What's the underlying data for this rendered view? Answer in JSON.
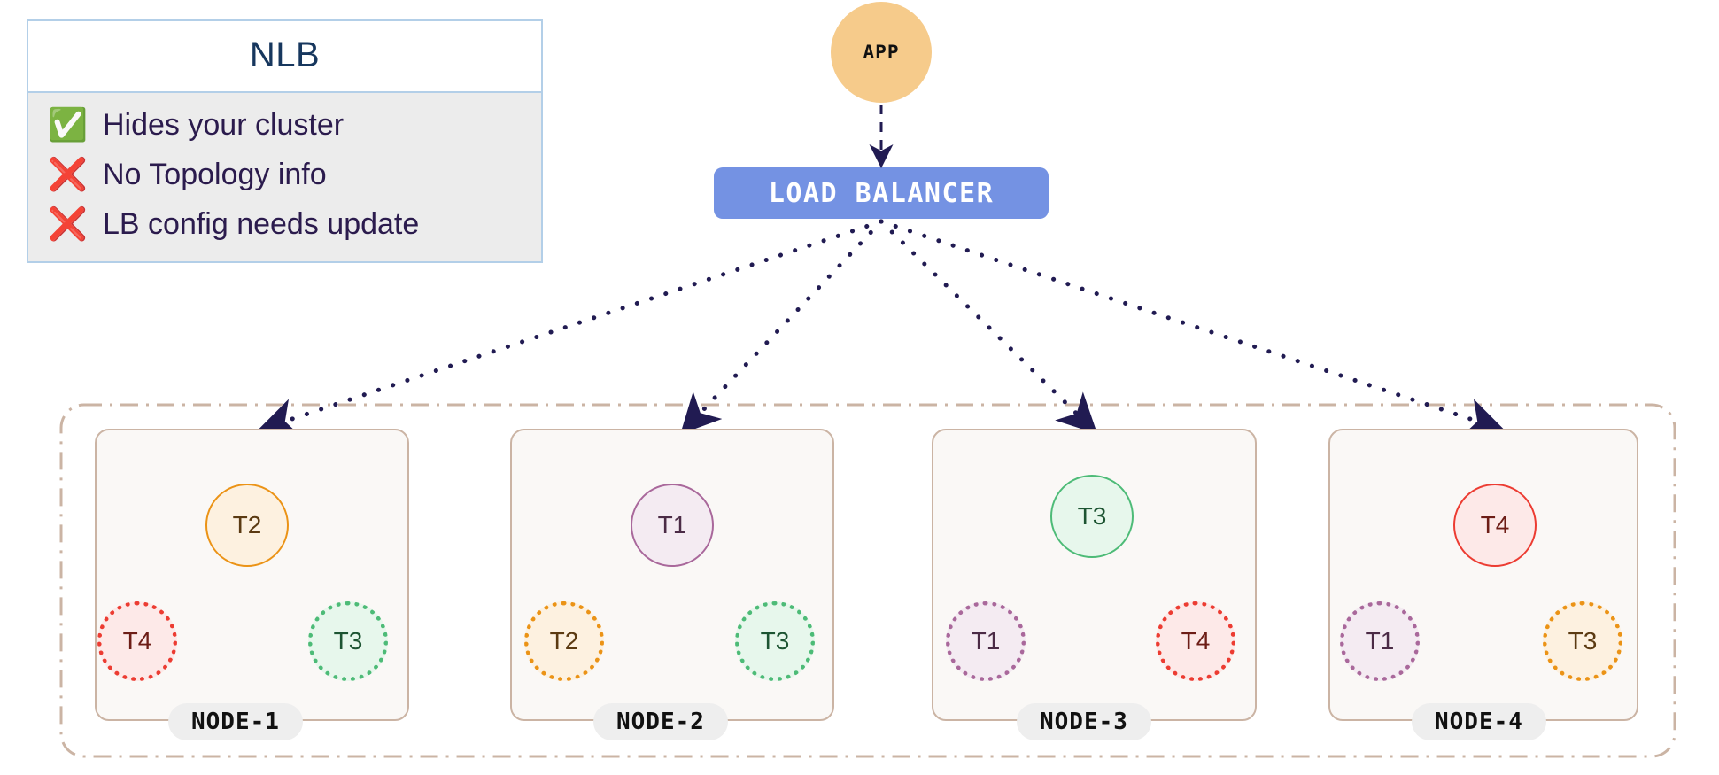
{
  "legend": {
    "title": "NLB",
    "items": [
      {
        "icon": "check-mark-icon",
        "glyph": "✅",
        "kind": "ok",
        "label": "Hides your cluster"
      },
      {
        "icon": "cross-mark-icon",
        "glyph": "❌",
        "kind": "no",
        "label": "No Topology info"
      },
      {
        "icon": "cross-mark-icon",
        "glyph": "❌",
        "kind": "no",
        "label": "LB config needs update"
      }
    ]
  },
  "app": {
    "label": "APP"
  },
  "load_balancer": {
    "label": "LOAD  BALANCER"
  },
  "cluster": {
    "nodes": [
      {
        "label": "NODE-1",
        "pods": [
          {
            "label": "T2",
            "style": "solid",
            "color": "orange"
          },
          {
            "label": "T4",
            "style": "dotted",
            "color": "red"
          },
          {
            "label": "T3",
            "style": "dotted",
            "color": "green"
          }
        ]
      },
      {
        "label": "NODE-2",
        "pods": [
          {
            "label": "T1",
            "style": "solid",
            "color": "purple"
          },
          {
            "label": "T2",
            "style": "dotted",
            "color": "orange"
          },
          {
            "label": "T3",
            "style": "dotted",
            "color": "green"
          }
        ]
      },
      {
        "label": "NODE-3",
        "pods": [
          {
            "label": "T3",
            "style": "solid",
            "color": "green"
          },
          {
            "label": "T1",
            "style": "dotted",
            "color": "purple"
          },
          {
            "label": "T4",
            "style": "dotted",
            "color": "red"
          }
        ]
      },
      {
        "label": "NODE-4",
        "pods": [
          {
            "label": "T4",
            "style": "solid",
            "color": "red"
          },
          {
            "label": "T1",
            "style": "dotted",
            "color": "purple"
          },
          {
            "label": "T3",
            "style": "dotted",
            "color": "orange"
          }
        ]
      }
    ]
  },
  "colors": {
    "legend_border": "#b3cfe8",
    "legend_title_text": "#17375e",
    "legend_body_bg": "#ececec",
    "legend_item_text": "#2b1b4d",
    "app_fill": "#f6cb8b",
    "lb_fill": "#7492e3",
    "lb_text": "#ffffff",
    "arrow": "#211b52",
    "cluster_border": "#cbb4a4",
    "node_border": "#cbb4a4",
    "node_fill": "#faf8f6",
    "node_label_bg": "#eeeeee",
    "orange": "#eb9316",
    "purple": "#a9689b",
    "green": "#4dbb77",
    "red": "#ec3c32"
  }
}
